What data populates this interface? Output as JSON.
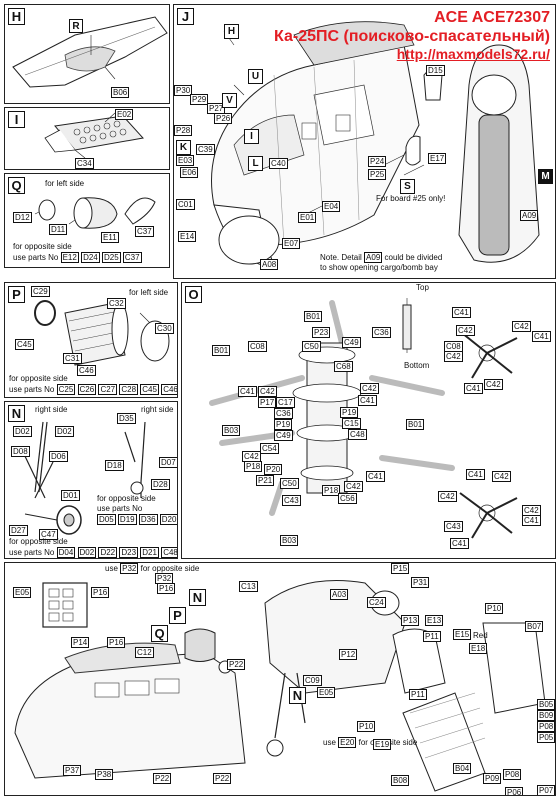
{
  "header": {
    "brand": "ACE ACE72307",
    "model": "Ка-25ПС (поисково-спасательный)",
    "url": "http://maxmodels72.ru/"
  },
  "panel_h": {
    "letter": "H",
    "labels": [
      "R",
      "B06"
    ]
  },
  "panel_i": {
    "letter": "I",
    "labels": [
      "E02",
      "C34"
    ]
  },
  "panel_q": {
    "letter": "Q",
    "left_note": "for left side",
    "labels": [
      "D12",
      "D11",
      "E11",
      "C37"
    ],
    "opposite_line1": "for opposite side",
    "opposite_line2": "use parts No",
    "opposite_parts": [
      "E12",
      "D24",
      "D25",
      "C37"
    ]
  },
  "panel_j": {
    "letter": "J",
    "section_tags": [
      "H",
      "U",
      "V",
      "I",
      "K",
      "L",
      "S",
      "M"
    ],
    "labels": [
      "P30",
      "P29",
      "P27",
      "P26",
      "P28",
      "C39",
      "E03",
      "E06",
      "C01",
      "E14",
      "A08",
      "E07",
      "E01",
      "E04",
      "C40",
      "P24",
      "P25",
      "D15",
      "E17",
      "A09"
    ],
    "board_note": "For board #25 only!",
    "note_prefix": "Note. Detail",
    "note_code": "A09",
    "note_rest": "could be divided",
    "note_line2": "to show opening cargo/bomb bay"
  },
  "panel_p": {
    "letter": "P",
    "left_note": "for left side",
    "labels": [
      "C29",
      "C32",
      "C45",
      "C31",
      "C46",
      "C30"
    ],
    "opposite_line1": "for opposite side",
    "opposite_line2": "use parts No",
    "opposite_parts": [
      "C25",
      "C26",
      "C27",
      "C28",
      "C45",
      "C46"
    ]
  },
  "panel_n": {
    "letter": "N",
    "right_note_1": "right side",
    "right_note_2": "right side",
    "labels": [
      "D02",
      "D02",
      "D08",
      "D06",
      "D01",
      "D35",
      "D18",
      "D07",
      "D28",
      "C47",
      "D27"
    ],
    "opposite_mid_line1": "for opposite side",
    "opposite_mid_line2": "use parts No",
    "opposite_mid_parts": [
      "D05",
      "D19",
      "D36",
      "D20"
    ],
    "opposite_bottom_line1": "for opposite side",
    "opposite_bottom_line2": "use parts No",
    "opposite_bottom_parts": [
      "D04",
      "D02",
      "D22",
      "D23",
      "D21",
      "C48"
    ]
  },
  "panel_o": {
    "letter": "O",
    "top_note": "Top",
    "bottom_note": "Bottom",
    "labels": [
      "B01",
      "C36",
      "P23",
      "C50",
      "C49",
      "C08",
      "C68",
      "B01",
      "C41",
      "C42",
      "P17",
      "C41",
      "C42",
      "C17",
      "P19",
      "C36",
      "C15",
      "C48",
      "P19",
      "C49",
      "C42",
      "C54",
      "P18",
      "P20",
      "P21",
      "C50",
      "C41",
      "P18",
      "C42",
      "C56",
      "C43",
      "B03",
      "B03",
      "B01",
      "C41",
      "C42",
      "C42",
      "C41",
      "C08",
      "C42",
      "C41",
      "C42",
      "C41",
      "C42",
      "C42",
      "C42",
      "C43",
      "C41",
      "C41"
    ]
  },
  "panel_bottom": {
    "labels": [
      "E05",
      "P16",
      "P32",
      "P16",
      "C13",
      "P15",
      "P31",
      "A03",
      "C24",
      "P13",
      "E13",
      "P11",
      "E15",
      "P10",
      "B07",
      "P14",
      "P16",
      "C12",
      "P22",
      "E18",
      "P12",
      "C09",
      "E05",
      "P11",
      "B05",
      "B09",
      "P08",
      "P05",
      "P10",
      "E19",
      "P37",
      "P38",
      "P22",
      "P22",
      "B04",
      "P09",
      "P08",
      "P07",
      "B08",
      "P06"
    ],
    "tags": [
      "P",
      "Q",
      "N",
      "N"
    ],
    "p32_note_prefix": "use",
    "p32_note_code": "P32",
    "p32_note_rest": "for opposite side",
    "e20_note_prefix": "use",
    "e20_note_code": "E20",
    "e20_note_rest": "for opposite side",
    "red_note": "Red"
  }
}
